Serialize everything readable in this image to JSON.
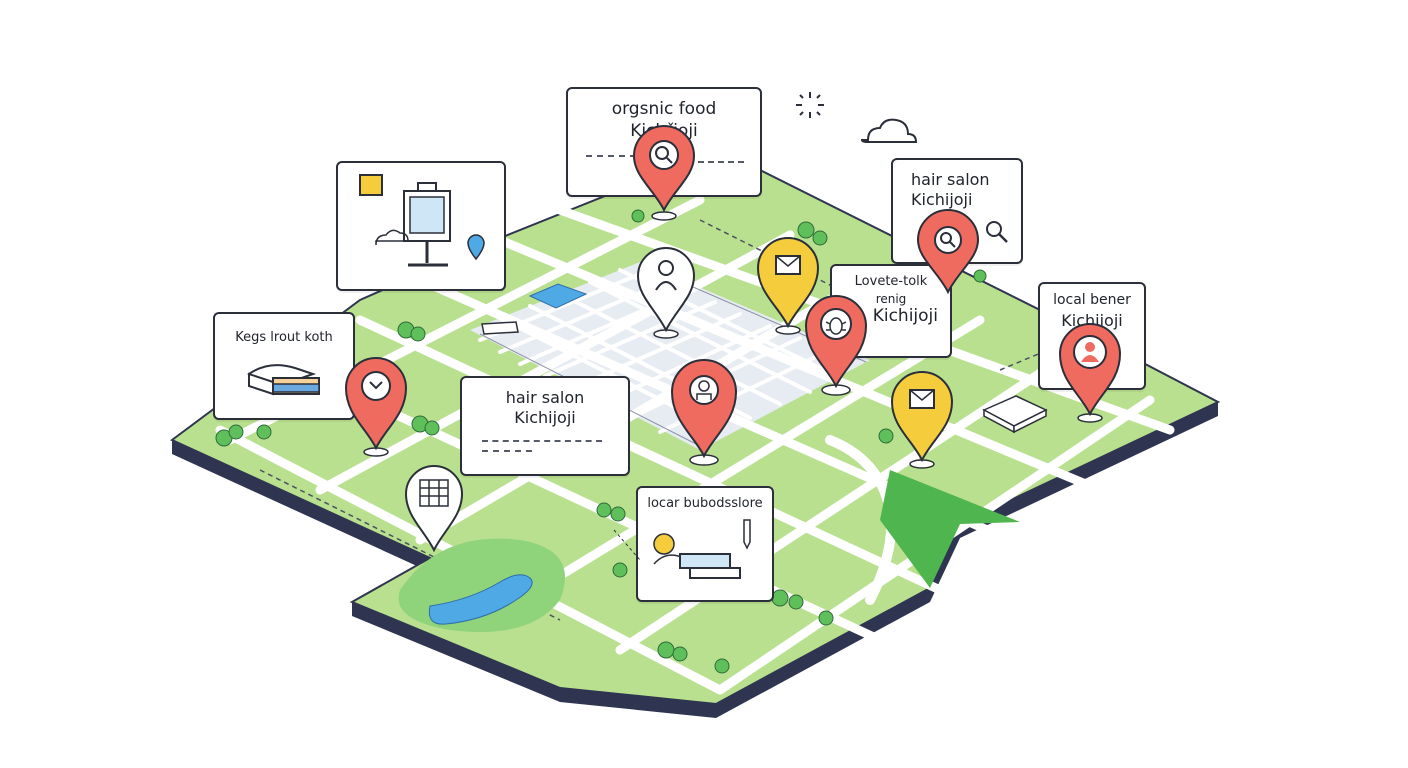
{
  "colors": {
    "land": "#b8e08f",
    "land_light": "#d3efb5",
    "road": "#ffffff",
    "edge": "#2f3550",
    "water": "#4fa9e4",
    "pin_red": "#ef6a5f",
    "pin_yellow": "#f5cc3b",
    "pin_white": "#ffffff",
    "tree": "#5fbf5a",
    "outline": "#2b2f3a"
  },
  "cards": [
    {
      "id": "organic-food",
      "line1": "orgsnic food",
      "line2": "Kichřjoji"
    },
    {
      "id": "hair-salon-right",
      "line1": "hair salon",
      "line2": "Kichijoji"
    },
    {
      "id": "lovete-tolk",
      "line1": "Lovete-tolk",
      "line2": "renig",
      "line3": "Kichijoji"
    },
    {
      "id": "local-barber",
      "line1": "local bener",
      "line2": "Kichijoji"
    },
    {
      "id": "books",
      "line1": "Kegs lrout koth"
    },
    {
      "id": "hair-salon-center",
      "line1": "hair salon",
      "line2": "Kichijoji"
    },
    {
      "id": "local-bookstore",
      "line1": "locar bubodsslore"
    }
  ],
  "pins": [
    {
      "id": "pin-organic",
      "color": "red",
      "icon": "search-icon"
    },
    {
      "id": "pin-person-board",
      "color": "white",
      "icon": "person-icon"
    },
    {
      "id": "pin-mail-1",
      "color": "yellow",
      "icon": "envelope-icon"
    },
    {
      "id": "pin-salon",
      "color": "red",
      "icon": "search-icon"
    },
    {
      "id": "pin-bug",
      "color": "red",
      "icon": "bug-icon"
    },
    {
      "id": "pin-barber",
      "color": "red",
      "icon": "person-icon"
    },
    {
      "id": "pin-books",
      "color": "red",
      "icon": "clock-icon"
    },
    {
      "id": "pin-worker",
      "color": "red",
      "icon": "worker-icon"
    },
    {
      "id": "pin-mail-2",
      "color": "yellow",
      "icon": "envelope-icon"
    },
    {
      "id": "pin-building",
      "color": "white",
      "icon": "building-icon"
    }
  ]
}
